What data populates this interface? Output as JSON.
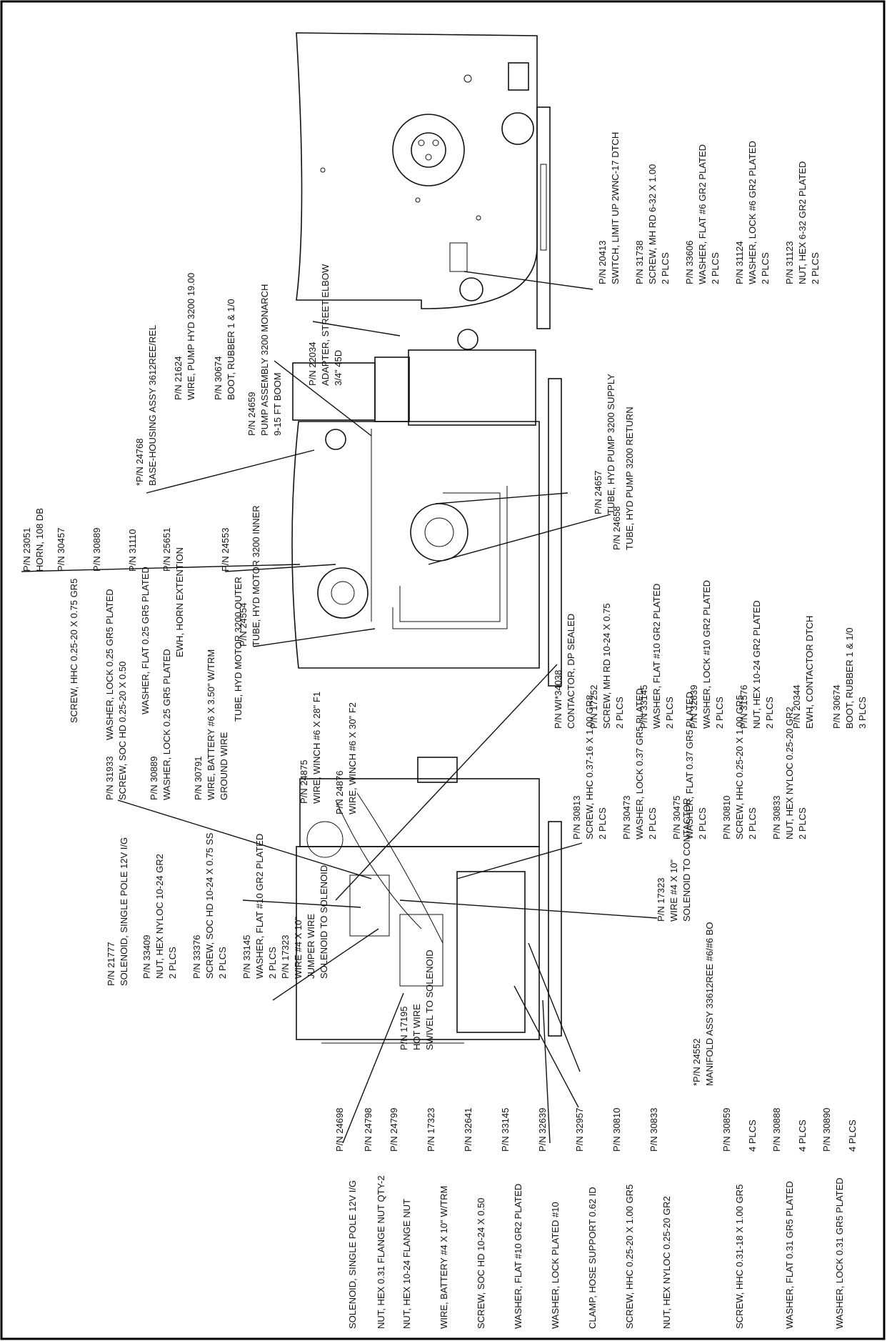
{
  "diagram": {
    "title": "",
    "right_view_labels": [
      {
        "pn": "P/N 20413",
        "desc": "SWITCH, LIMIT UP 2WNC-17 DTCH",
        "qty": ""
      },
      {
        "pn": "P/N 31738",
        "desc": "SCREW, MH RD 6-32 X 1.00",
        "qty": "2 PLCS"
      },
      {
        "pn": "P/N 33606",
        "desc": "WASHER, FLAT #6 GR2 PLATED",
        "qty": "2 PLCS"
      },
      {
        "pn": "P/N 31124",
        "desc": "WASHER, LOCK #6 GR2 PLATED",
        "qty": "2 PLCS"
      },
      {
        "pn": "P/N 31123",
        "desc": "NUT, HEX 6-32 GR2 PLATED",
        "qty": "2 PLCS"
      }
    ],
    "middle_view_labels": [
      {
        "pn": "P/N 22034",
        "desc": "ADAPTER, STREET ELBOW",
        "qty": "3/4\" 45D"
      },
      {
        "pn": "P/N 24659",
        "desc": "PUMP ASSEMBLY 3200 MONARCH",
        "qty": "9-15 FT BOOM"
      },
      {
        "pn": "P/N 30674",
        "desc": "BOOT, RUBBER 1 & 1/0",
        "qty": ""
      },
      {
        "pn": "P/N 21624",
        "desc": "WIRE, PUMP HYD 3200 19.00",
        "qty": ""
      },
      {
        "pn": "*P/N 24768",
        "desc": "BASE-HOUSING ASSY 3612REE/REL",
        "qty": ""
      },
      {
        "pn": "P/N 24657",
        "desc": "TUBE, HYD PUMP 3200 SUPPLY",
        "qty": ""
      },
      {
        "pn": "P/N 24658",
        "desc": "TUBE, HYD PUMP 3200 RETURN",
        "qty": ""
      },
      {
        "pn": "P/N 23051",
        "desc": "HORN, 108 DB",
        "qty": ""
      },
      {
        "pn": "P/N 30457",
        "desc": "SCREW, HHC 0.25-20 X 0.75 GR5",
        "qty": ""
      },
      {
        "pn": "P/N 30889",
        "desc": "WASHER, LOCK 0.25 GR5 PLATED",
        "qty": ""
      },
      {
        "pn": "P/N 31110",
        "desc": "WASHER, FLAT 0.25 GR5 PLATED",
        "qty": ""
      },
      {
        "pn": "P/N 25651",
        "desc": "EWH, HORN EXTENTION",
        "qty": ""
      },
      {
        "pn": "P/N 24553",
        "desc": "TUBE, HYD MOTOR 3200 OUTER",
        "qty": ""
      },
      {
        "pn": "P/N 24554",
        "desc": "TUBE, HYD MOTOR 3200 INNER",
        "qty": ""
      },
      {
        "pn": "P/N WI*34038",
        "desc": "CONTACTOR, DP SEALED",
        "qty": ""
      },
      {
        "pn": "P/N 17252",
        "desc": "SCREW, MH RD 10-24 X 0.75",
        "qty": "2 PLCS"
      },
      {
        "pn": "P/N 33145",
        "desc": "WASHER, FLAT #10 GR2 PLATED",
        "qty": "2 PLCS"
      },
      {
        "pn": "P/N 32639",
        "desc": "WASHER, LOCK #10 GR2 PLATED",
        "qty": "2 PLCS"
      },
      {
        "pn": "P/N 31576",
        "desc": "NUT, HEX 10-24 GR2 PLATED",
        "qty": "2 PLCS"
      },
      {
        "pn": "P/N 20344",
        "desc": "EWH, CONTACTOR DTCH",
        "qty": ""
      },
      {
        "pn": "P/N 30674",
        "desc": "BOOT, RUBBER 1 & 1/0",
        "qty": "3 PLCS"
      }
    ],
    "left_view_labels": [
      {
        "pn": "P/N 31933",
        "desc": "SCREW, SOC HD 0.25-20 X 0.50",
        "qty": ""
      },
      {
        "pn": "P/N 30889",
        "desc": "WASHER, LOCK 0.25 GR5 PLATED",
        "qty": ""
      },
      {
        "pn": "P/N 30791",
        "desc": "WIRE, BATTERY #6 X 3.50\" W/TRM",
        "qty": "GROUND WIRE"
      },
      {
        "pn": "P/N 24875",
        "desc": "WIRE, WINCH #6 X 28\" F1",
        "qty": ""
      },
      {
        "pn": "P/N 24876",
        "desc": "WIRE, WINCH #6 X 30\" F2",
        "qty": ""
      },
      {
        "pn": "P/N 30813",
        "desc": "SCREW, HHC 0.37-16 X 1.00 GR8",
        "qty": "2 PLCS"
      },
      {
        "pn": "P/N 30473",
        "desc": "WASHER, LOCK 0.37 GR5 PLATED",
        "qty": "2 PLCS"
      },
      {
        "pn": "P/N 30475",
        "desc": "WASHER, FLAT 0.37 GR5 PLATED",
        "qty": "2 PLCS"
      },
      {
        "pn": "P/N 30810",
        "desc": "SCREW, HHC 0.25-20 X 1.00 GR5",
        "qty": "2 PLCS"
      },
      {
        "pn": "P/N 30833",
        "desc": "NUT, HEX NYLOC 0.25-20 GR2",
        "qty": "2 PLCS"
      },
      {
        "pn": "P/N 21777",
        "desc": "SOLENOID, SINGLE POLE 12V I/G",
        "qty": ""
      },
      {
        "pn": "P/N 33409",
        "desc": "NUT, HEX NYLOC 10-24 GR2",
        "qty": "2 PLCS"
      },
      {
        "pn": "P/N 33376",
        "desc": "SCREW, SOC HD 10-24 X 0.75 SS",
        "qty": "2 PLCS"
      },
      {
        "pn": "P/N 33145",
        "desc": "WASHER, FLAT #10 GR2 PLATED",
        "qty": "2 PLCS"
      },
      {
        "pn": "P/N 17323",
        "desc": "WIRE #4 X 10\"",
        "qty": "JUMPER WIRE"
      },
      {
        "pn": "",
        "desc": "SOLENOID TO SOLENOID",
        "qty": ""
      },
      {
        "pn": "P/N 17195",
        "desc": "HOT WIRE",
        "qty": "SWIVEL TO SOLENOID"
      },
      {
        "pn": "P/N 17323",
        "desc": "WIRE #4 X 10\"",
        "qty": "SOLENOID TO CONTACTOR"
      },
      {
        "pn": "*P/N 24552",
        "desc": "MANIFOLD ASSY 33612REE #6/#6 BO",
        "qty": ""
      }
    ],
    "bottom_labels": [
      {
        "pn": "P/N 24698",
        "desc": "SOLENOID, SINGLE POLE 12V I/G",
        "qty": ""
      },
      {
        "pn": "P/N 24798",
        "desc": "NUT, HEX 0.31 FLANGE NUT QTY-2",
        "qty": ""
      },
      {
        "pn": "P/N 24799",
        "desc": "NUT, HEX 10-24 FLANGE NUT",
        "qty": ""
      },
      {
        "pn": "P/N 17323",
        "desc": "WIRE, BATTERY #4 X 10\" W/TRM",
        "qty": ""
      },
      {
        "pn": "P/N 32641",
        "desc": "SCREW, SOC HD 10-24 X 0.50",
        "qty": ""
      },
      {
        "pn": "P/N 33145",
        "desc": "WASHER, FLAT #10 GR2 PLATED",
        "qty": ""
      },
      {
        "pn": "P/N 32639",
        "desc": "WASHER, LOCK PLATED #10",
        "qty": ""
      },
      {
        "pn": "P/N 32957",
        "desc": "CLAMP, HOSE SUPPORT 0.62 ID",
        "qty": ""
      },
      {
        "pn": "P/N 30810",
        "desc": "SCREW, HHC 0.25-20 X 1.00 GR5",
        "qty": ""
      },
      {
        "pn": "P/N 30833",
        "desc": "NUT, HEX NYLOC 0.25-20 GR2",
        "qty": ""
      },
      {
        "pn": "P/N 30859",
        "desc": "SCREW, HHC 0.31-18 X 1.00 GR5",
        "qty": "4 PLCS"
      },
      {
        "pn": "P/N 30888",
        "desc": "WASHER, FLAT 0.31 GR5 PLATED",
        "qty": "4 PLCS"
      },
      {
        "pn": "P/N 30890",
        "desc": "WASHER, LOCK 0.31 GR5 PLATED",
        "qty": "4 PLCS"
      }
    ]
  }
}
